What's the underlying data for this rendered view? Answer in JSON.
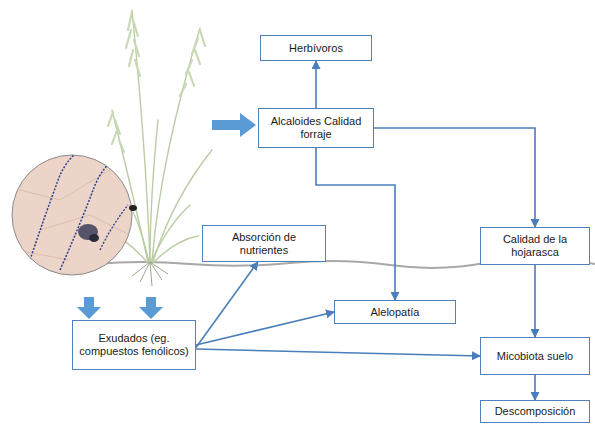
{
  "diagram": {
    "nodes": [
      {
        "text": [
          "Herbívoros"
        ]
      },
      {
        "text": [
          "Alcaloides Calidad forraje"
        ]
      },
      {
        "text": [
          "Absorción de nutrientes"
        ]
      },
      {
        "text": [
          "Calidad de la hojarasca"
        ]
      },
      {
        "text": [
          "Alelopatía"
        ]
      },
      {
        "text": [
          "Exudados (eg. compuestos fenólicos)"
        ]
      },
      {
        "text": [
          "Micobiota suelo"
        ]
      },
      {
        "text": [
          "Descomposición"
        ]
      }
    ],
    "edges": [
      {
        "from": 1,
        "to": 0,
        "arrow": "to"
      },
      {
        "from": 1,
        "to": 3,
        "arrow": "to"
      },
      {
        "from": 1,
        "to": 4,
        "arrow": "to"
      },
      {
        "from": 3,
        "to": 6,
        "arrow": "to"
      },
      {
        "from": 6,
        "to": 7,
        "arrow": "to"
      },
      {
        "from": 5,
        "to": 2,
        "arrow": "to"
      },
      {
        "from": 5,
        "to": 4,
        "arrow": "to"
      },
      {
        "from": 5,
        "to": 6,
        "arrow": "to"
      }
    ]
  }
}
